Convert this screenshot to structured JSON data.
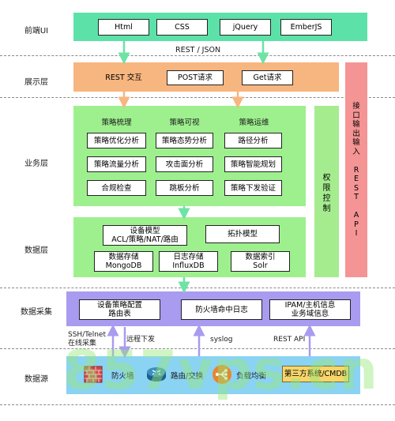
{
  "layers": {
    "frontend": "前端UI",
    "display": "展示层",
    "business": "业务层",
    "data": "数据层",
    "collect": "数据采集",
    "source": "数据源"
  },
  "frontend_items": [
    "Html",
    "CSS",
    "jQuery",
    "EmberJS"
  ],
  "rest_json": "REST / JSON",
  "display_items": [
    "REST 交互",
    "POST请求",
    "Get请求"
  ],
  "business": {
    "col_headers": [
      "策略梳理",
      "策略可视",
      "策略运维"
    ],
    "col1": [
      "策略优化分析",
      "策略流量分析",
      "合规检查"
    ],
    "col2": [
      "策略态势分析",
      "攻击面分析",
      "跳板分析"
    ],
    "col3": [
      "路径分析",
      "策略智能规划",
      "策略下发验证"
    ]
  },
  "permission": "权\n限\n控\n制",
  "interface": "接\n口\n输\n出\n输\n入\n\nR\nE\nS\nT\n\nA\nP\nI",
  "data_layer": {
    "device_model": "设备模型\nACL/策略/NAT/路由",
    "topology": "拓扑模型",
    "storage": "数据存储\nMongoDB",
    "log_storage": "日志存储\nInfluxDB",
    "index": "数据索引\nSolr"
  },
  "collect": {
    "config": "设备策略配置\n路由表",
    "firewall_log": "防火墙命中日志",
    "ipam": "IPAM/主机信息\n业务域信息"
  },
  "connectors": {
    "ssh": "SSH/Telnet\n在线采集",
    "remote": "远程下发",
    "syslog": "syslog",
    "rest_api": "REST API"
  },
  "sources": {
    "firewall": "防火墙",
    "router": "路由/交换",
    "lb": "负载均衡",
    "third_party": "第三方系统/CMDB"
  },
  "watermark": "857vps.cn",
  "colors": {
    "frontend_band": "#5ce2a8",
    "display_band": "#f7b57f",
    "business_band": "#9ef08e",
    "permission_band": "#a5ec8e",
    "interface_band": "#f59494",
    "collect_band": "#a99bf0",
    "source_band": "#8ad3f2",
    "arrow_green": "#6de3a6",
    "arrow_orange": "#f7b57f",
    "arrow_purple": "#a99bf0"
  }
}
